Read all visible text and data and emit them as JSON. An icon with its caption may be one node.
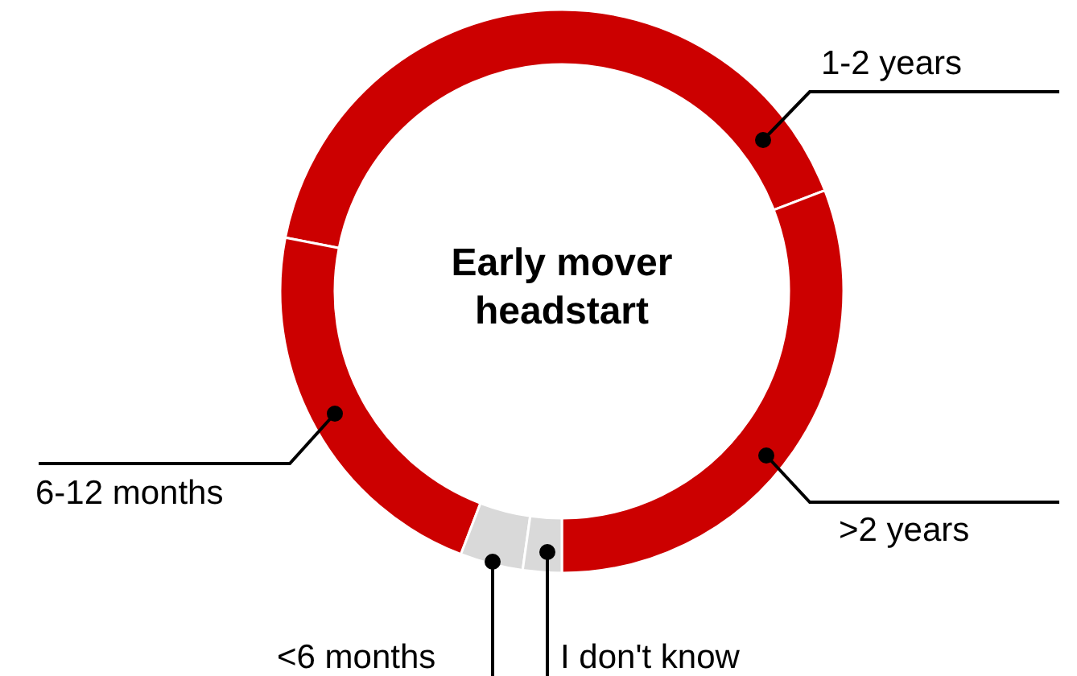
{
  "diagram": {
    "nodes": [
      {
        "text": [
          "1-2 years"
        ]
      },
      {
        "text": [],
        "shape": "arc"
      },
      {
        "text": [
          "6-12 months"
        ]
      },
      {
        "text": [],
        "shape": "arc"
      },
      {
        "text": [
          ">2 years"
        ]
      },
      {
        "text": [],
        "shape": "arc"
      },
      {
        "text": [
          "<6 months"
        ]
      },
      {
        "text": [],
        "shape": "arc"
      },
      {
        "text": [
          "I don't know"
        ]
      },
      {
        "text": [],
        "shape": "arc"
      }
    ],
    "edges": [
      {
        "from": 0,
        "to": 1,
        "arrow": "other"
      },
      {
        "from": 2,
        "to": 3,
        "arrow": "other"
      },
      {
        "from": 4,
        "to": 5,
        "arrow": "other"
      },
      {
        "from": 6,
        "to": 7,
        "arrow": "other"
      },
      {
        "from": 8,
        "to": 9,
        "arrow": "other"
      }
    ],
    "labels": [
      "Early mover headstart"
    ]
  }
}
